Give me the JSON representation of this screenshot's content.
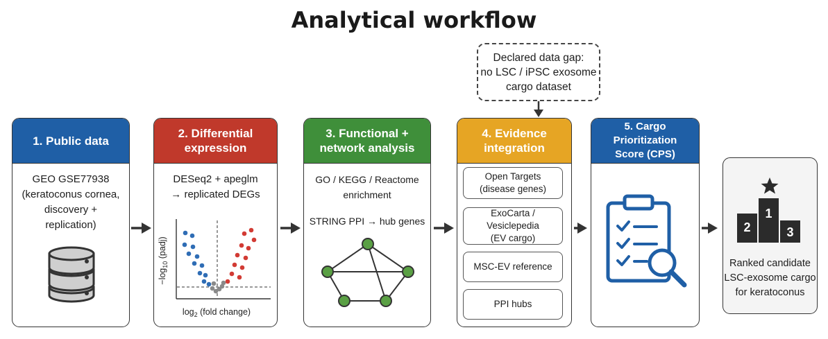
{
  "title": "Analytical workflow",
  "data_gap": {
    "lines": [
      "Declared data gap:",
      "no LSC / iPSC exosome",
      "cargo dataset"
    ]
  },
  "steps": [
    {
      "title_lines": [
        "1. Public data"
      ],
      "color": "#1f5fa6",
      "text_lines": [
        "GEO GSE77938",
        "(keratoconus cornea,",
        "discovery +",
        "replication)"
      ],
      "icon": "database-icon"
    },
    {
      "title_lines": [
        "2. Differential",
        "expression"
      ],
      "color": "#c0392b",
      "text_lines": [
        "DESeq2 + apeglm",
        "→ replicated DEGs"
      ],
      "icon": "volcano-plot",
      "plot": {
        "ylabel_prefix": "−log",
        "ylabel_sub": "10",
        "ylabel_suffix": " (padj)",
        "xlabel_prefix": "log",
        "xlabel_sub": "2",
        "xlabel_suffix": " (fold change)"
      }
    },
    {
      "title_lines": [
        "3. Functional +",
        "network analysis"
      ],
      "color": "#3f8f3a",
      "text_lines": [
        "GO / KEGG / Reactome",
        "enrichment",
        "",
        "STRING PPI → hub genes"
      ],
      "icon": "network-icon"
    },
    {
      "title_lines": [
        "4. Evidence",
        "integration"
      ],
      "color": "#e6a524",
      "boxes": [
        {
          "lines": [
            "Open Targets",
            "(disease genes)"
          ]
        },
        {
          "lines": [
            "ExoCarta / Vesiclepedia",
            "(EV cargo)"
          ]
        },
        {
          "lines": [
            "MSC-EV reference"
          ]
        },
        {
          "lines": [
            "PPI hubs"
          ]
        }
      ]
    },
    {
      "title_lines": [
        "5. Cargo Prioritization",
        "Score (CPS)"
      ],
      "color": "#1f5fa6",
      "icon": "clipboard-search-icon"
    }
  ],
  "result": {
    "podium": [
      "2",
      "1",
      "3"
    ],
    "lines": [
      "Ranked candidate",
      "LSC-exosome cargo",
      "for keratoconus"
    ],
    "icon": "star-icon"
  }
}
